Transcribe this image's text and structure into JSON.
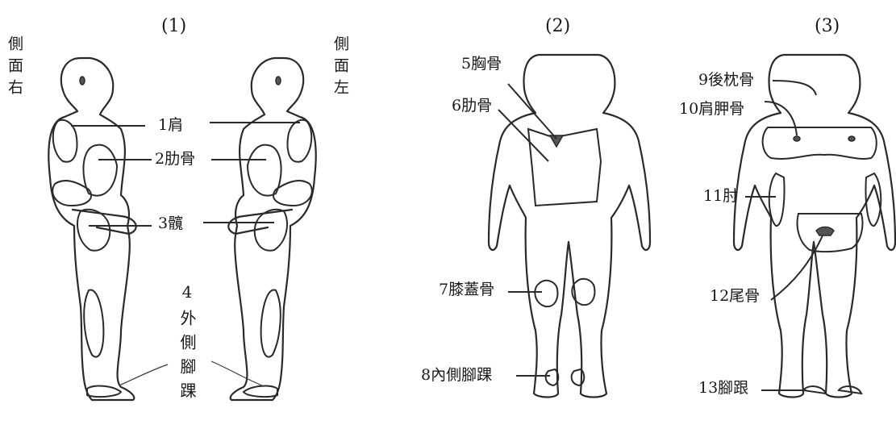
{
  "panels": [
    {
      "id": "panel-1",
      "heading": "(1)"
    },
    {
      "id": "panel-2",
      "heading": "(2)"
    },
    {
      "id": "panel-3",
      "heading": "(3)"
    }
  ],
  "side_labels": {
    "right_side": "側面右",
    "left_side": "側面左"
  },
  "labels": {
    "shoulder": "1肩",
    "ribs_side": "2肋骨",
    "hip": "3髖",
    "outer_ankle": "4外側腳踝",
    "sternum": "5胸骨",
    "ribs_front": "6肋骨",
    "kneecap": "7膝蓋骨",
    "inner_ankle": "8內側腳踝",
    "occipital": "9後枕骨",
    "scapula": "10肩胛骨",
    "elbow": "11肘",
    "coccyx": "12尾骨",
    "heel": "13腳跟"
  },
  "colors": {
    "line": "#2a2a2a",
    "background": "#ffffff"
  }
}
